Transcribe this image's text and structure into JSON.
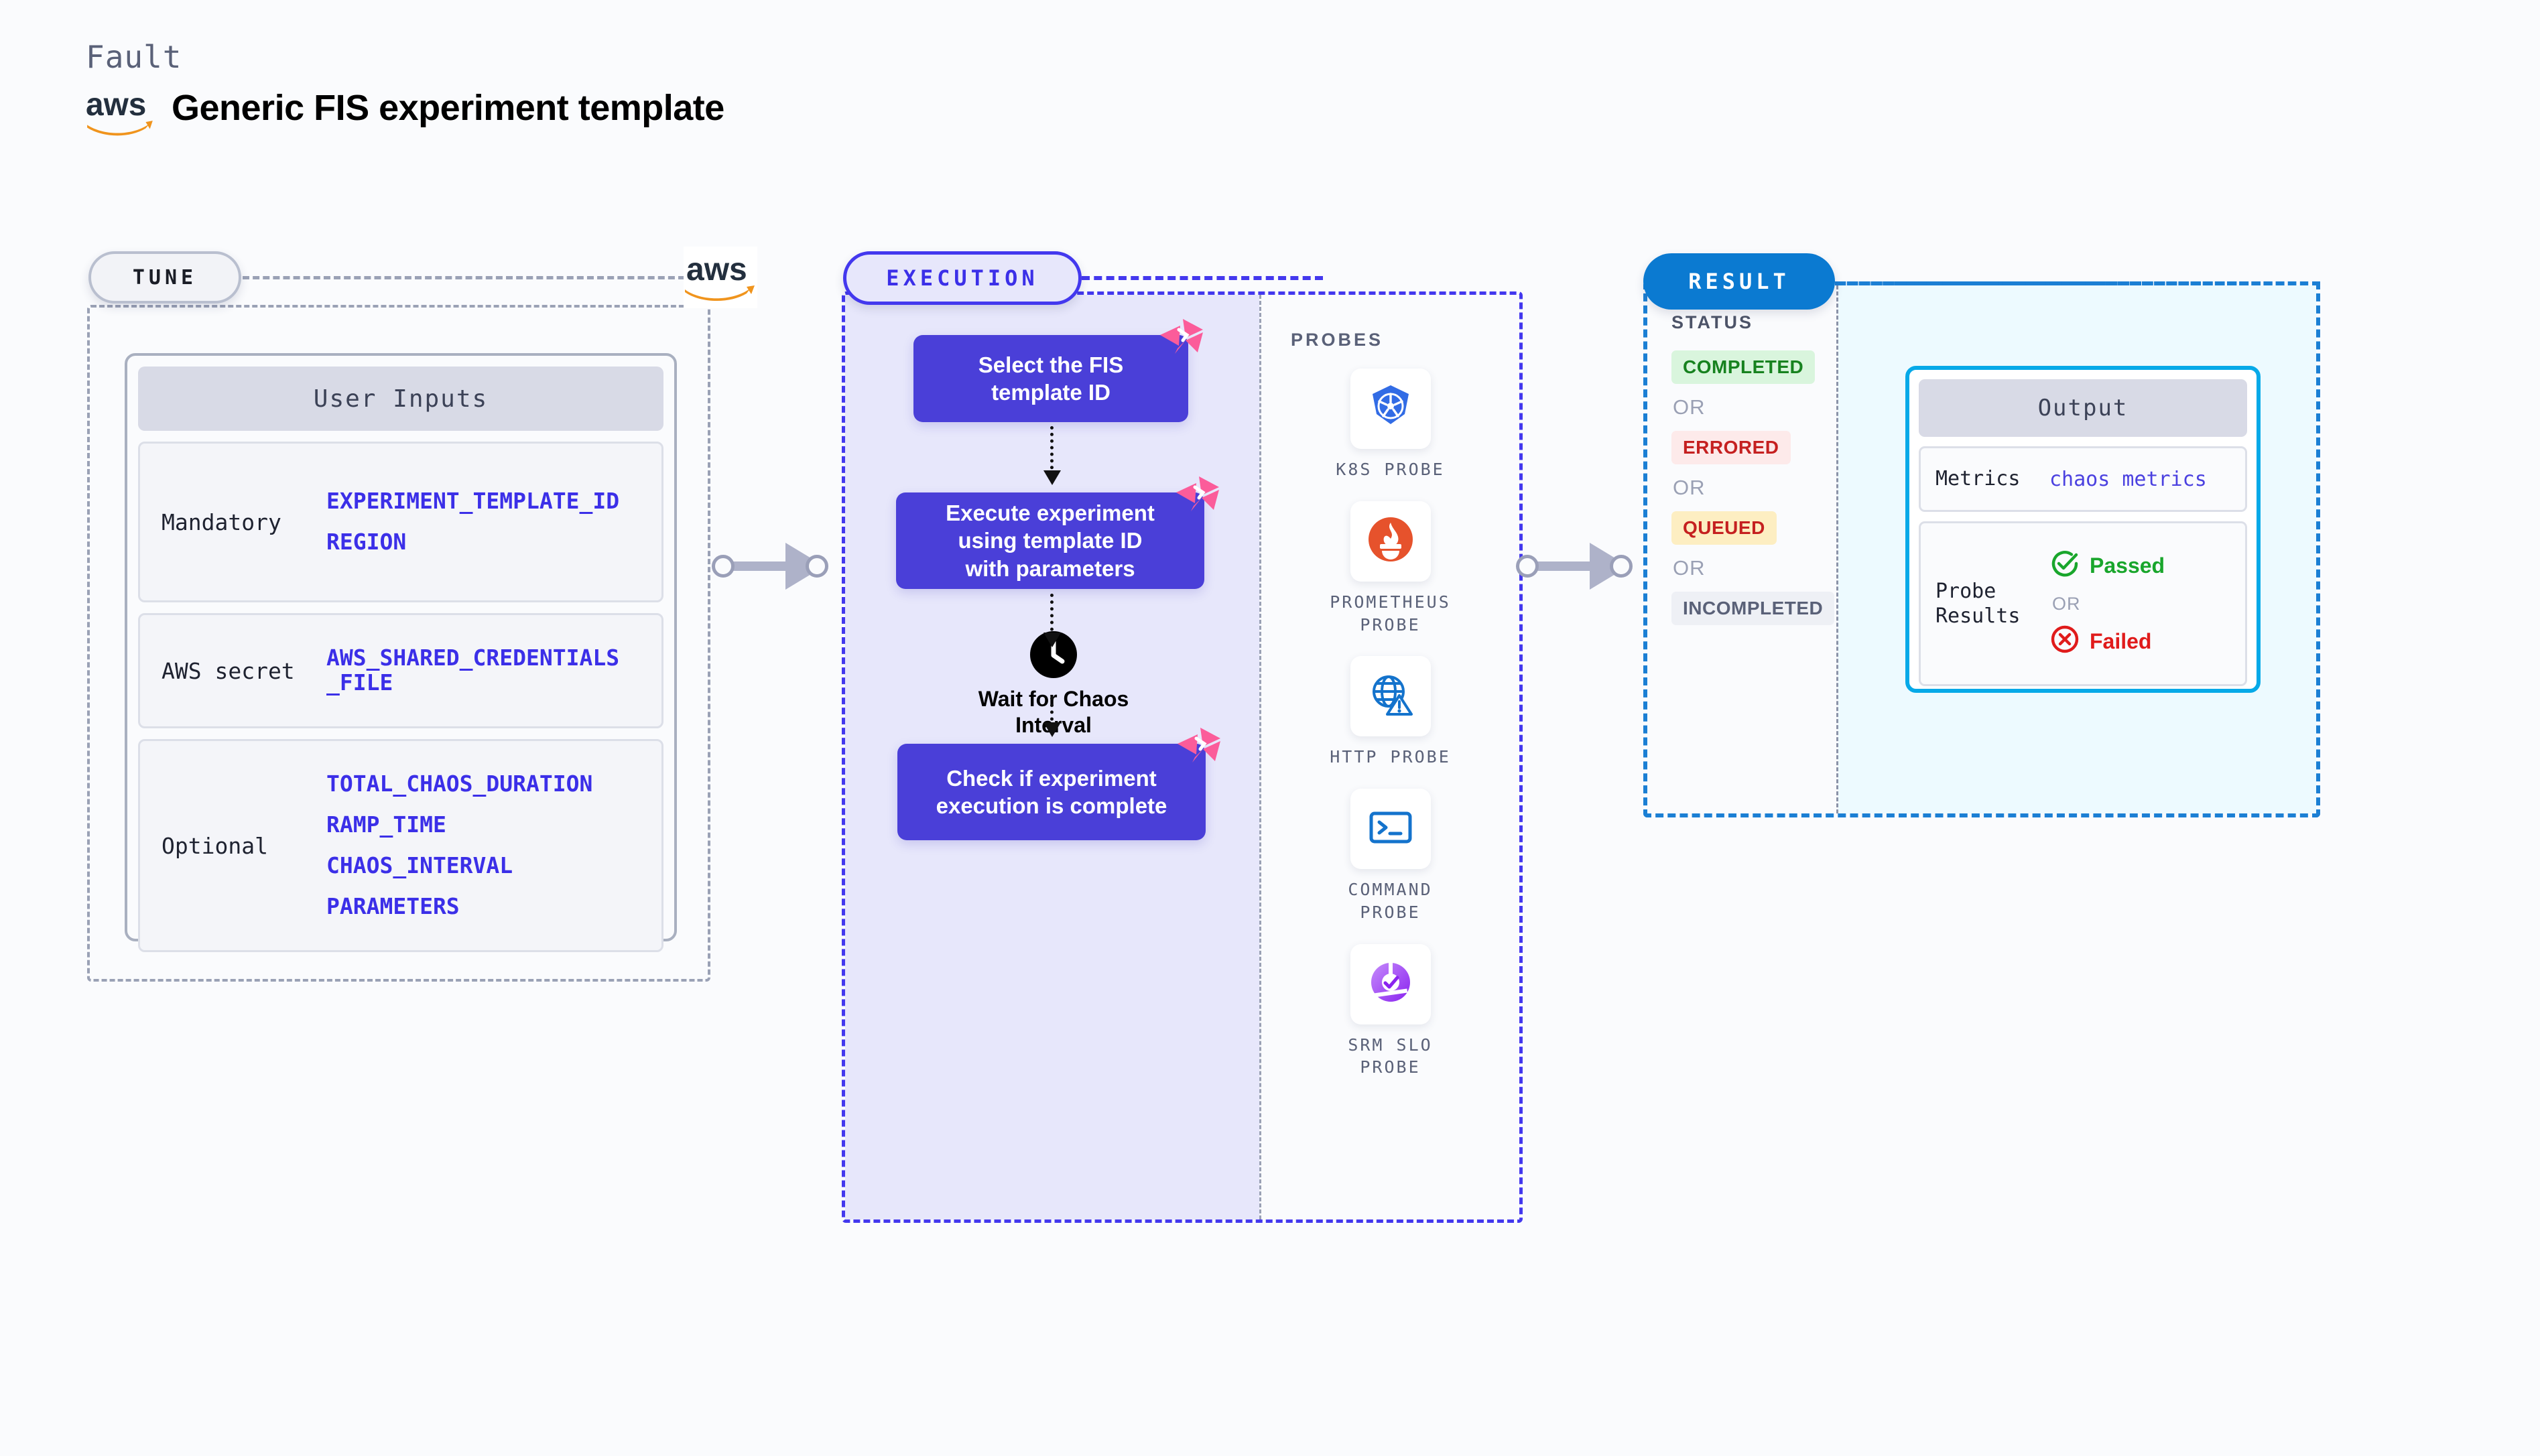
{
  "header": {
    "eyebrow": "Fault",
    "title": "Generic FIS experiment template",
    "logo_icon": "aws-logo"
  },
  "tune": {
    "pill_label": "TUNE",
    "connector_logo": "aws-logo",
    "card_title": "User Inputs",
    "groups": [
      {
        "label": "Mandatory",
        "vars": [
          "EXPERIMENT_TEMPLATE_ID",
          "REGION"
        ]
      },
      {
        "label": "AWS secret",
        "vars": [
          "AWS_SHARED_CREDENTIALS\n_FILE"
        ]
      },
      {
        "label": "Optional",
        "vars": [
          "TOTAL_CHAOS_DURATION",
          "RAMP_TIME",
          "CHAOS_INTERVAL",
          "PARAMETERS"
        ]
      }
    ]
  },
  "execution": {
    "pill_label": "EXECUTION",
    "steps": [
      {
        "text": "Select the FIS\ntemplate ID",
        "badge_icon": "litmus-chaos-badge"
      },
      {
        "text": "Execute experiment\nusing template ID\nwith parameters",
        "badge_icon": "litmus-chaos-badge"
      }
    ],
    "wait_node": {
      "icon": "clock-icon",
      "text": "Wait for Chaos\nInterval"
    },
    "final_step": {
      "text": "Check if experiment\nexecution is complete",
      "badge_icon": "litmus-chaos-badge"
    },
    "probes_title": "PROBES",
    "probes": [
      {
        "label": "K8S PROBE",
        "icon": "kubernetes-icon"
      },
      {
        "label": "PROMETHEUS\nPROBE",
        "icon": "prometheus-icon"
      },
      {
        "label": "HTTP PROBE",
        "icon": "http-globe-warning-icon"
      },
      {
        "label": "COMMAND\nPROBE",
        "icon": "terminal-icon"
      },
      {
        "label": "SRM SLO\nPROBE",
        "icon": "srm-slo-donut-icon"
      }
    ]
  },
  "result": {
    "pill_label": "RESULT",
    "status_heading": "STATUS",
    "or_label": "OR",
    "statuses": [
      {
        "label": "COMPLETED",
        "bg": "#d9f5dd",
        "fg": "#17821f"
      },
      {
        "label": "ERRORED",
        "bg": "#fdeaea",
        "fg": "#c52020"
      },
      {
        "label": "QUEUED",
        "bg": "#fdeec2",
        "fg": "#c52020"
      },
      {
        "label": "INCOMPLETED",
        "bg": "#eef0f5",
        "fg": "#5a6178"
      }
    ],
    "output": {
      "title": "Output",
      "metrics_label": "Metrics",
      "metrics_value": "chaos metrics",
      "probe_results_label": "Probe\nResults",
      "passed_label": "Passed",
      "failed_label": "Failed",
      "or_label": "OR",
      "passed_icon": "check-circle-icon",
      "failed_icon": "x-circle-icon",
      "passed_color": "#19a62c",
      "failed_color": "#e01b1b"
    }
  },
  "colors": {
    "indigo": "#4338ee",
    "flow_box": "#4a3fd8",
    "aws_orange": "#f0941d",
    "result_blue": "#0b7ad1",
    "output_cyan": "#06a9e8",
    "litmus_pink": "#fb5c9a"
  }
}
